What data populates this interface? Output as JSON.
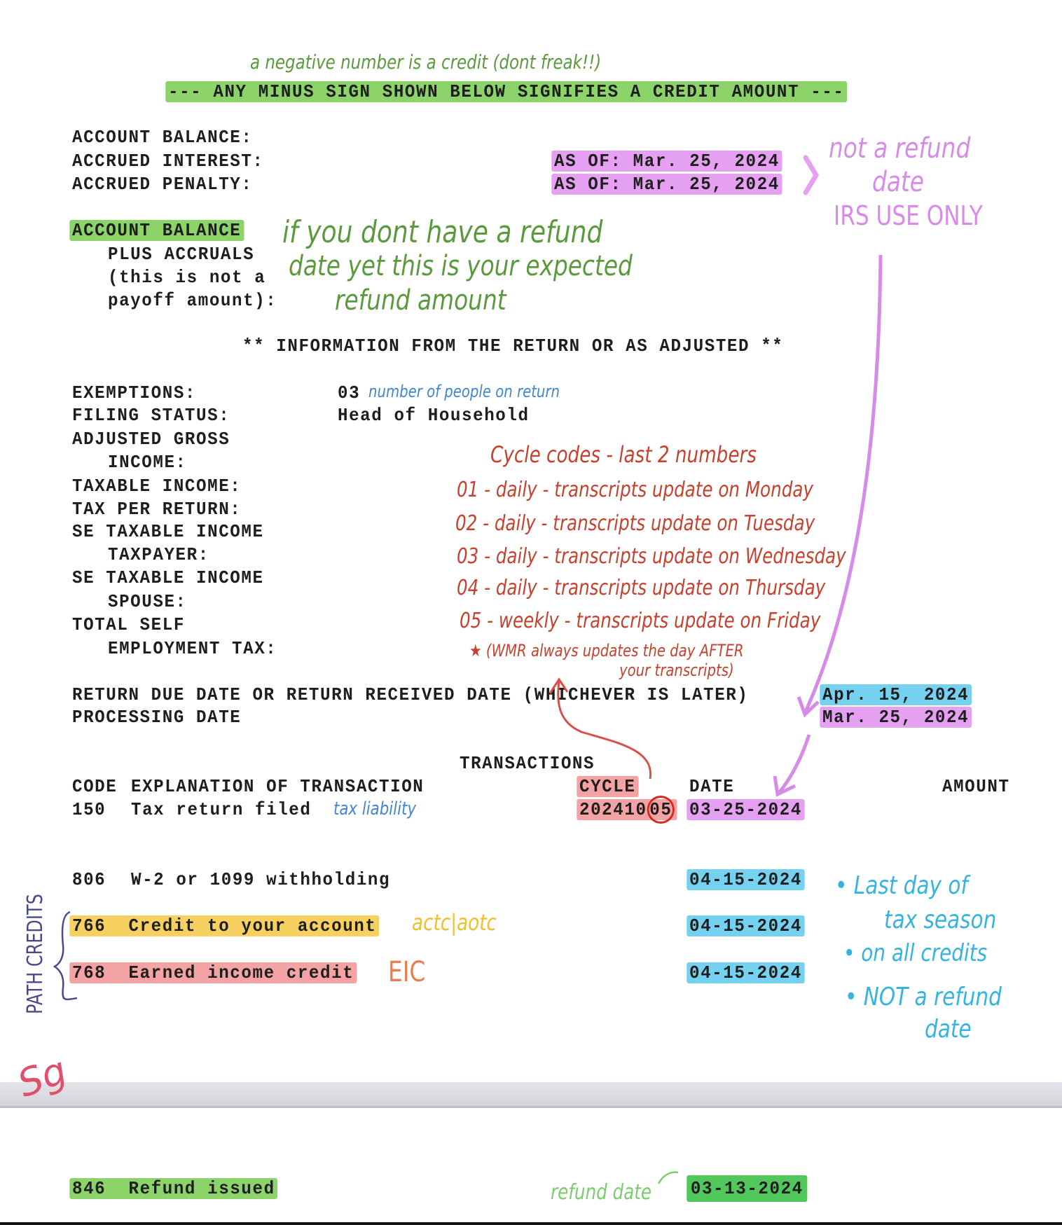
{
  "header": {
    "credit_notice": "--- ANY MINUS SIGN SHOWN BELOW SIGNIFIES A CREDIT AMOUNT ---"
  },
  "balance": {
    "account_balance": "ACCOUNT BALANCE:",
    "accrued_interest": "ACCRUED INTEREST:",
    "accrued_interest_asof": "AS OF: Mar. 25, 2024",
    "accrued_penalty": "ACCRUED PENALTY:",
    "accrued_penalty_asof": "AS OF: Mar. 25, 2024",
    "plus_accruals_lines": [
      "ACCOUNT BALANCE",
      "PLUS ACCRUALS",
      "(this is not a",
      "payoff amount):"
    ]
  },
  "info": {
    "heading": "** INFORMATION FROM THE RETURN OR AS ADJUSTED **",
    "exemptions_label": "EXEMPTIONS:",
    "exemptions_value": "03",
    "filing_status_label": "FILING STATUS:",
    "filing_status_value": "Head of Household",
    "agi_label": [
      "ADJUSTED GROSS",
      "INCOME:"
    ],
    "taxable_income_label": "TAXABLE INCOME:",
    "tax_per_return_label": "TAX PER RETURN:",
    "se_taxpayer_label": [
      "SE TAXABLE INCOME",
      "TAXPAYER:"
    ],
    "se_spouse_label": [
      "SE TAXABLE INCOME",
      "SPOUSE:"
    ],
    "total_se_label": [
      "TOTAL SELF",
      "EMPLOYMENT TAX:"
    ],
    "return_due_label": "RETURN DUE DATE OR RETURN RECEIVED DATE (WHICHEVER IS LATER)",
    "return_due_value": "Apr. 15, 2024",
    "processing_label": "PROCESSING DATE",
    "processing_value": "Mar. 25, 2024"
  },
  "transactions": {
    "heading": "TRANSACTIONS",
    "columns": [
      "CODE",
      "EXPLANATION OF TRANSACTION",
      "CYCLE",
      "DATE",
      "AMOUNT"
    ],
    "rows": [
      {
        "code": "150",
        "explanation": "Tax return filed",
        "cycle_prefix": "202410",
        "cycle_suffix": "05",
        "date": "03-25-2024"
      },
      {
        "code": "806",
        "explanation": "W-2 or 1099 withholding",
        "date": "04-15-2024"
      },
      {
        "code": "766",
        "explanation": "Credit to your account",
        "date": "04-15-2024"
      },
      {
        "code": "768",
        "explanation": "Earned income credit",
        "date": "04-15-2024"
      },
      {
        "code": "846",
        "explanation": "Refund issued",
        "date": "03-13-2024"
      }
    ]
  },
  "annotations": {
    "negative_note": "a negative number is a credit (dont freak!!)",
    "not_refund": [
      "not a refund",
      "date",
      "IRS USE ONLY"
    ],
    "expected_refund": [
      "if you dont have a refund",
      "date yet this is your expected",
      "refund amount"
    ],
    "people": "number of people on return",
    "cycle_title": "Cycle codes - last 2 numbers",
    "cycle_lines": [
      "01 - daily - transcripts update on Monday",
      "02 - daily - transcripts update on Tuesday",
      "03 - daily - transcripts update on Wednesday",
      "04 - daily - transcripts update on Thursday",
      "05 - weekly - transcripts update on Friday",
      "★ (WMR always updates the day AFTER",
      "your transcripts)"
    ],
    "tax_liability": "tax liability",
    "actc": "actc|aotc",
    "eic": "EIC",
    "path_credits": "PATH CREDITS",
    "side_notes": [
      "• Last day of",
      "tax season",
      "• on all credits",
      "• NOT a refund",
      "date"
    ],
    "refund_date": "refund date",
    "signature": "Sg"
  },
  "colors": {
    "green": "#8cd46a",
    "pink": "#e6a0f2",
    "blue": "#74d2f0",
    "yellow": "#f7d160",
    "red": "#f3a3a3"
  }
}
